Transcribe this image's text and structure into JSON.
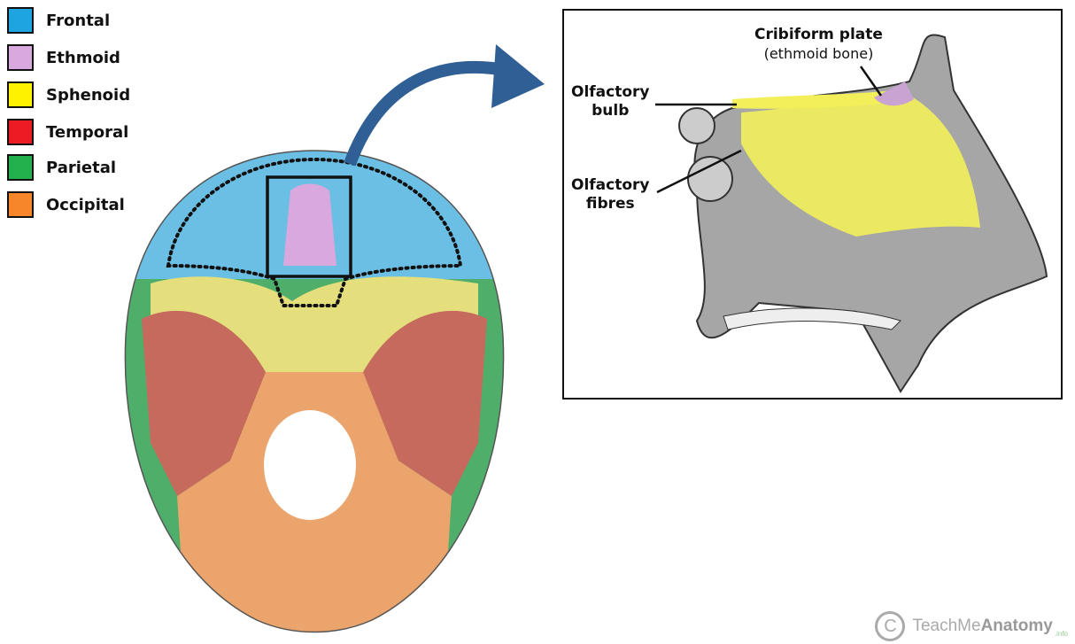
{
  "legend": [
    {
      "label": "Frontal",
      "color": "#1ea4e0"
    },
    {
      "label": "Ethmoid",
      "color": "#d9a8de"
    },
    {
      "label": "Sphenoid",
      "color": "#fff200"
    },
    {
      "label": "Temporal",
      "color": "#ec1c24"
    },
    {
      "label": "Parietal",
      "color": "#22b14c"
    },
    {
      "label": "Occipital",
      "color": "#f7862a"
    }
  ],
  "inset": {
    "cribriform_title": "Cribiform plate",
    "cribriform_sub": "(ethmoid bone)",
    "bulb_line1": "Olfactory",
    "bulb_line2": "bulb",
    "fibres_line1": "Olfactory",
    "fibres_line2": "fibres"
  },
  "watermark": {
    "symbol": "C",
    "light": "TeachMe",
    "bold": "Anatomy",
    "suffix": ".info"
  },
  "arrow_color": "#2f5f94"
}
